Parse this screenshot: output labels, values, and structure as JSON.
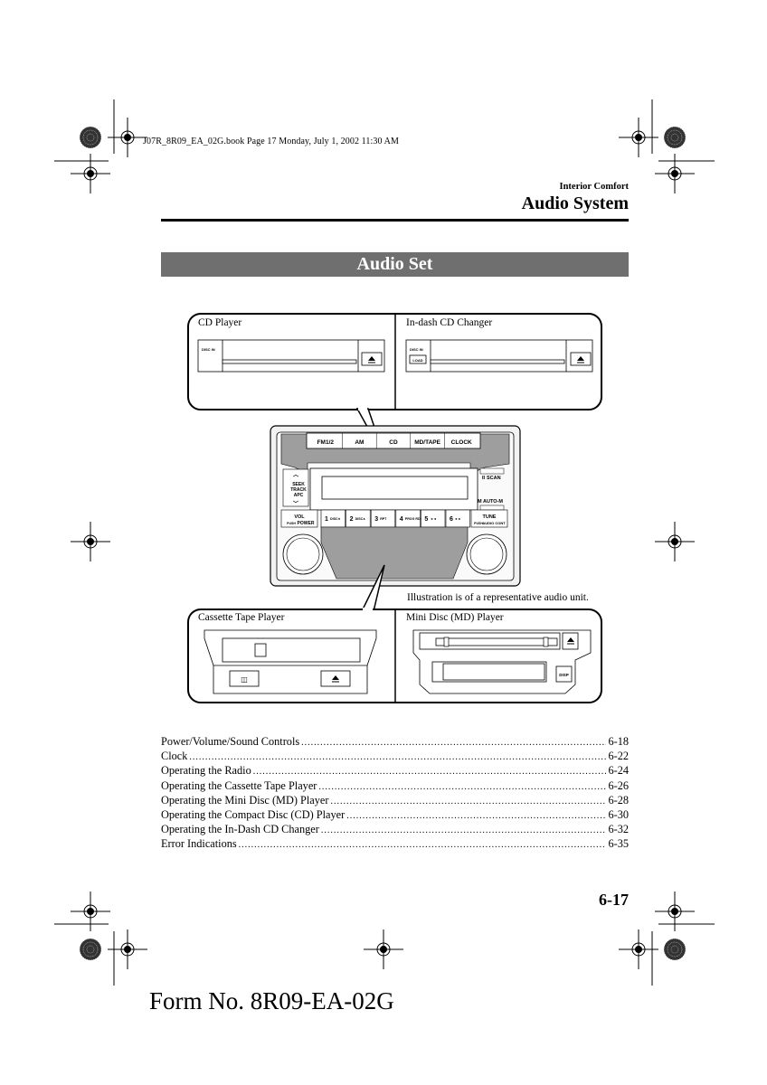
{
  "book_line": "J07R_8R09_EA_02G.book  Page 17  Monday, July 1, 2002  11:30 AM",
  "section": "Interior Comfort",
  "page_heading": "Audio System",
  "banner": "Audio Set",
  "figure": {
    "cd_player_label": "CD Player",
    "cd_changer_label": "In-dash CD Changer",
    "cassette_label": "Cassette Tape Player",
    "md_label": "Mini Disc (MD) Player",
    "caption": "Illustration is of a representative audio unit.",
    "disc_in": "DISC IN",
    "load": "LOAD",
    "disp": "DISP",
    "unit": {
      "top_buttons": [
        "FM1/2",
        "AM",
        "CD",
        "MD/TAPE",
        "CLOCK"
      ],
      "seek": [
        "SEEK",
        "TRACK",
        "APC"
      ],
      "scan": "SCAN",
      "auto_m": "AUTO-M",
      "vol": "VOL",
      "push": "PUSH",
      "power": "POWER",
      "presets": [
        {
          "num": "1",
          "sub": "DISC∨"
        },
        {
          "num": "2",
          "sub": "DISC∧"
        },
        {
          "num": "3",
          "sub": "RPT"
        },
        {
          "num": "4",
          "sub": "PROG RDM"
        },
        {
          "num": "5",
          "sub": "◄◄"
        },
        {
          "num": "6",
          "sub": "►►"
        }
      ],
      "tune": "TUNE",
      "audio_cont": "AUDIO CONT"
    }
  },
  "toc": [
    {
      "label": "Power/Volume/Sound Controls",
      "page": "6-18"
    },
    {
      "label": "Clock",
      "page": "6-22"
    },
    {
      "label": "Operating the Radio",
      "page": "6-24"
    },
    {
      "label": "Operating the Cassette Tape Player",
      "page": "6-26"
    },
    {
      "label": "Operating the Mini Disc (MD) Player",
      "page": "6-28"
    },
    {
      "label": "Operating the Compact Disc (CD) Player",
      "page": "6-30"
    },
    {
      "label": "Operating the In-Dash CD Changer",
      "page": "6-32"
    },
    {
      "label": "Error Indications",
      "page": "6-35"
    }
  ],
  "page_number": "6-17",
  "form_number": "Form No. 8R09-EA-02G"
}
